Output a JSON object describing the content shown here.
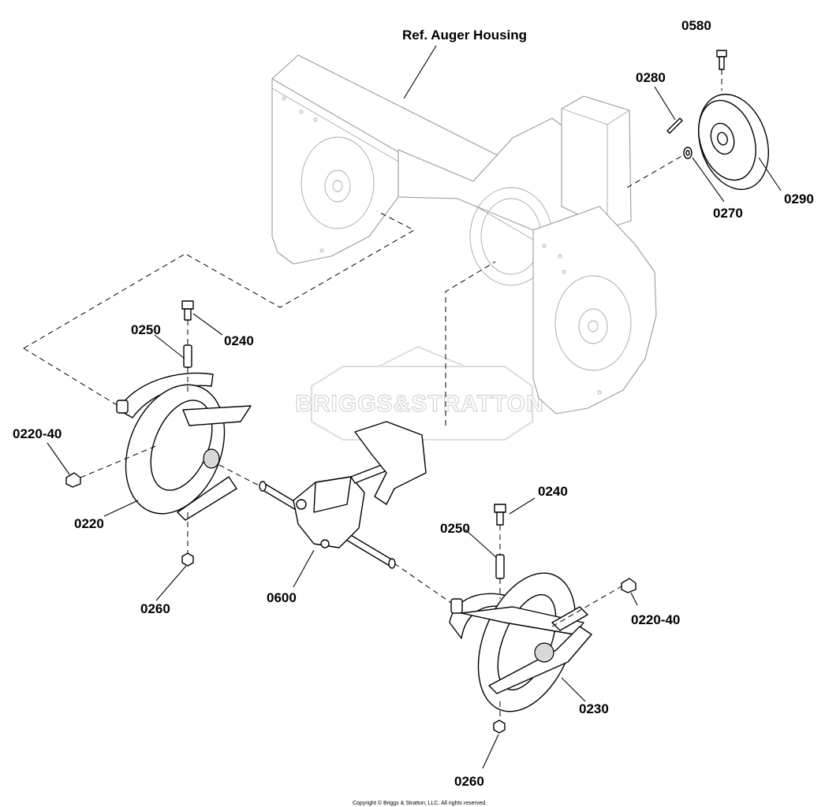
{
  "title": "Ref. Auger Housing",
  "watermark": "BRIGGS&STRATTON",
  "copyright": "Copyright © Briggs & Stratton, LLC. All rights reserved.",
  "callouts": {
    "c0580": "0580",
    "c0280": "0280",
    "c0290": "0290",
    "c0270": "0270",
    "c0250a": "0250",
    "c0240a": "0240",
    "c0220_40a": "0220-40",
    "c0220": "0220",
    "c0260a": "0260",
    "c0600": "0600",
    "c0240b": "0240",
    "c0250b": "0250",
    "c0220_40b": "0220-40",
    "c0230": "0230",
    "c0260b": "0260"
  }
}
